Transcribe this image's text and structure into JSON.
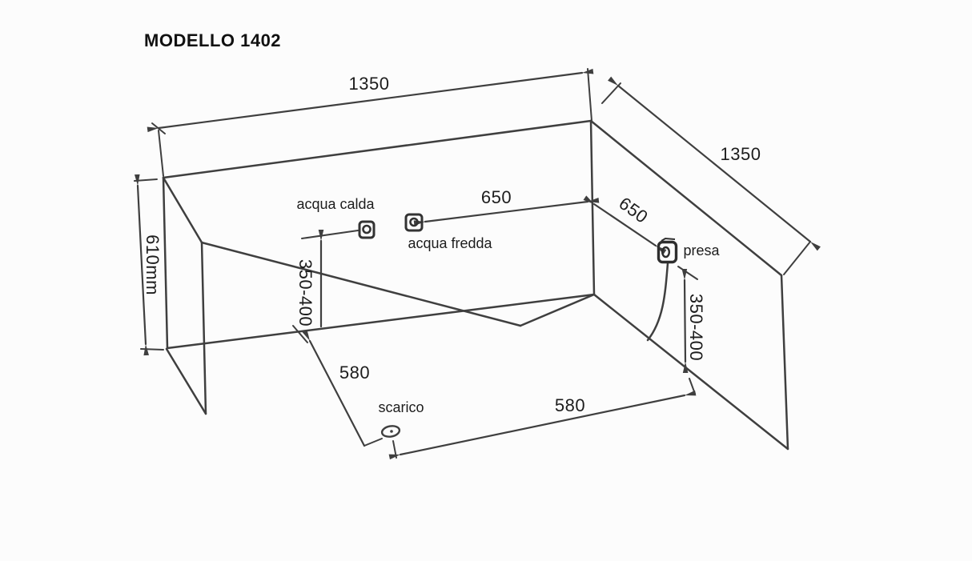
{
  "title": "MODELLO 1402",
  "colors": {
    "line": "#3f3f3f",
    "text": "#1d1d1d",
    "background": "#fcfcfc"
  },
  "labels": {
    "hot_water": "acqua calda",
    "cold_water": "acqua fredda",
    "socket": "presa",
    "drain": "scarico"
  },
  "dimensions": {
    "top_width": "1350",
    "right_width": "1350",
    "left_height": "610mm",
    "cold_water_to_corner": "650",
    "corner_to_socket": "650",
    "hot_water_height": "350-400",
    "socket_height": "350-400",
    "drain_offset_left": "580",
    "drain_offset_right": "580"
  },
  "icons": {
    "hot_water_icon": "water-outlet-icon",
    "cold_water_icon": "water-outlet-icon",
    "socket_icon": "power-socket-icon",
    "drain_icon": "drain-hole-icon"
  }
}
